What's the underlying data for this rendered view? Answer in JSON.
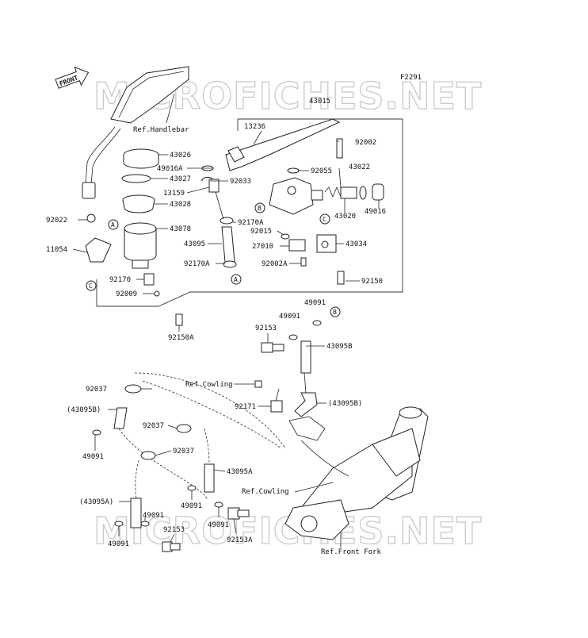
{
  "watermark": "MICROFICHES.NET",
  "figure_code": "F2291",
  "front_label": "FRONT",
  "refs": {
    "handlebar": "Ref.Handlebar",
    "cowling_1": "Ref.Cowling",
    "cowling_2": "Ref.Cowling",
    "front_fork": "Ref.Front Fork"
  },
  "callouts": {
    "a1": "A",
    "a2": "A",
    "b1": "B",
    "b2": "B",
    "c1": "C",
    "c2": "C"
  },
  "parts": [
    {
      "id": "p43015",
      "label": "43015"
    },
    {
      "id": "p13236",
      "label": "13236"
    },
    {
      "id": "p92002",
      "label": "92002"
    },
    {
      "id": "p43026",
      "label": "43026"
    },
    {
      "id": "p49016A",
      "label": "49016A"
    },
    {
      "id": "p43027",
      "label": "43027"
    },
    {
      "id": "p92033",
      "label": "92033"
    },
    {
      "id": "p92055",
      "label": "92055"
    },
    {
      "id": "p43022",
      "label": "43022"
    },
    {
      "id": "p43028",
      "label": "43028"
    },
    {
      "id": "p13159",
      "label": "13159"
    },
    {
      "id": "p43020",
      "label": "43020"
    },
    {
      "id": "p49016",
      "label": "49016"
    },
    {
      "id": "p92022",
      "label": "92022"
    },
    {
      "id": "p92170A_1",
      "label": "92170A"
    },
    {
      "id": "p43078",
      "label": "43078"
    },
    {
      "id": "p92015",
      "label": "92015"
    },
    {
      "id": "p43034",
      "label": "43034"
    },
    {
      "id": "p43095",
      "label": "43095"
    },
    {
      "id": "p27010",
      "label": "27010"
    },
    {
      "id": "p11054",
      "label": "11054"
    },
    {
      "id": "p92002A",
      "label": "92002A"
    },
    {
      "id": "p92170A_2",
      "label": "92170A"
    },
    {
      "id": "p92170",
      "label": "92170"
    },
    {
      "id": "p92150",
      "label": "92150"
    },
    {
      "id": "p92009",
      "label": "92009"
    },
    {
      "id": "p49091_a",
      "label": "49091"
    },
    {
      "id": "p92150A",
      "label": "92150A"
    },
    {
      "id": "p92153_a",
      "label": "92153"
    },
    {
      "id": "p49091_b",
      "label": "49091"
    },
    {
      "id": "p43095B",
      "label": "43095B"
    },
    {
      "id": "p92037_a",
      "label": "92037"
    },
    {
      "id": "p43095B_p1",
      "label": "(43095B)"
    },
    {
      "id": "p92171",
      "label": "92171"
    },
    {
      "id": "p43095B_p2",
      "label": "(43095B)"
    },
    {
      "id": "p92037_b",
      "label": "92037"
    },
    {
      "id": "p49091_c",
      "label": "49091"
    },
    {
      "id": "p92037_c",
      "label": "92037"
    },
    {
      "id": "p43095A",
      "label": "43095A"
    },
    {
      "id": "p43095A_p",
      "label": "(43095A)"
    },
    {
      "id": "p49091_d",
      "label": "49091"
    },
    {
      "id": "p49091_e",
      "label": "49091"
    },
    {
      "id": "p49091_f",
      "label": "49091"
    },
    {
      "id": "p92153_b",
      "label": "92153"
    },
    {
      "id": "p92153A",
      "label": "92153A"
    },
    {
      "id": "p49091_g",
      "label": "49091"
    }
  ]
}
